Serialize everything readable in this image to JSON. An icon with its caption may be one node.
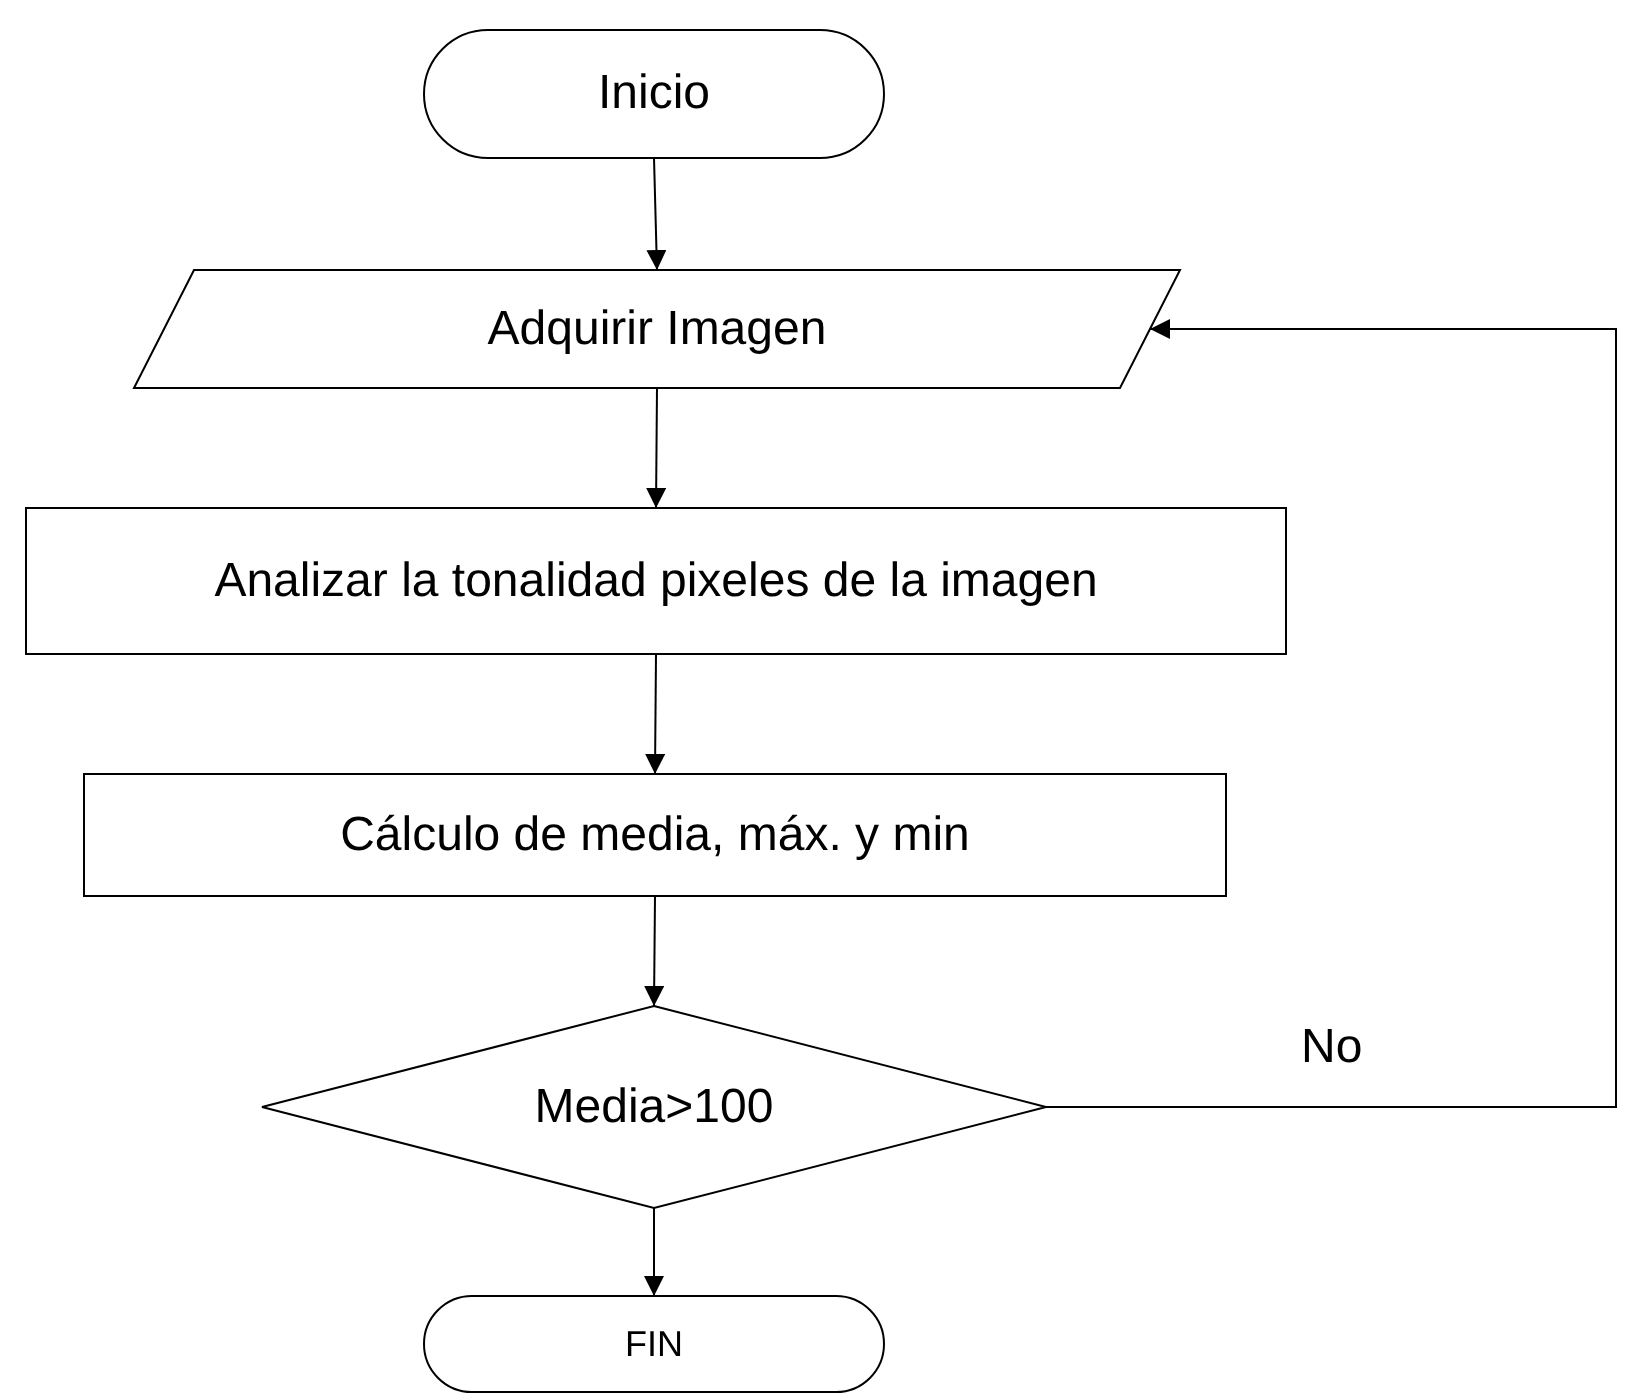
{
  "diagram": {
    "nodes": [
      {
        "text": [
          "Inicio"
        ]
      },
      {
        "text": [
          "Adquirir Imagen"
        ]
      },
      {
        "text": [
          "Analizar la tonalidad pixeles de la imagen"
        ]
      },
      {
        "text": [
          "Cálculo de media, máx. y min"
        ]
      },
      {
        "text": [
          "Media>100"
        ]
      },
      {
        "text": [
          "FIN"
        ]
      }
    ],
    "edges": [
      {
        "from": 0,
        "to": 1,
        "arrow": "to"
      },
      {
        "from": 1,
        "to": 2,
        "arrow": "to"
      },
      {
        "from": 2,
        "to": 3,
        "arrow": "to"
      },
      {
        "from": 3,
        "to": 4,
        "arrow": "to"
      },
      {
        "from": 4,
        "to": 5,
        "arrow": "to"
      },
      {
        "from": 4,
        "to": 1,
        "label": "No",
        "arrow": "to"
      }
    ]
  }
}
